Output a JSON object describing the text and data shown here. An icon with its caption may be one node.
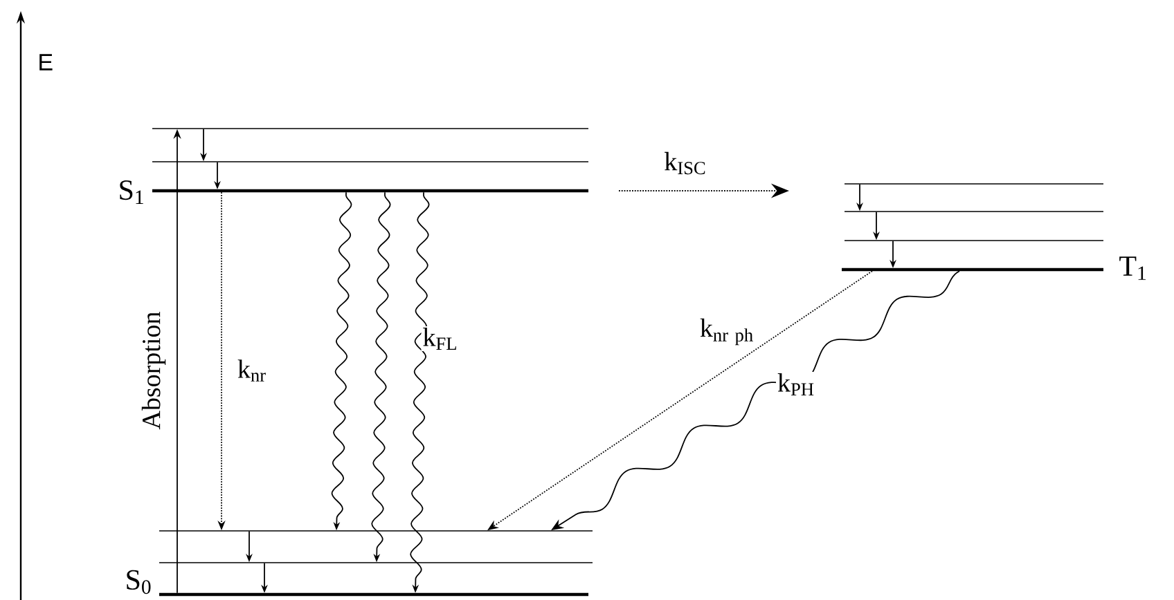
{
  "diagram": {
    "nodes": [
      {
        "text": [],
        "shape": "bar"
      },
      {
        "text": [],
        "shape": "bar"
      },
      {
        "text": [],
        "shape": "bar"
      },
      {
        "text": [],
        "shape": "bar",
        "beside": [
          "S$_{1}$"
        ]
      },
      {
        "text": [],
        "shape": "bar"
      },
      {
        "text": [],
        "shape": "bar"
      },
      {
        "text": [],
        "shape": "bar",
        "beside": [
          "T$_{1}$"
        ]
      },
      {
        "text": [],
        "shape": "bar"
      },
      {
        "text": [],
        "shape": "bar"
      },
      {
        "text": [],
        "shape": "bar",
        "beside": [
          "S$_{0}$"
        ]
      }
    ],
    "edges": [
      {
        "from": 9,
        "to": 0,
        "arrow": "to",
        "label": "Absorption"
      },
      {
        "from": 0,
        "to": 1,
        "arrow": "to"
      },
      {
        "from": 1,
        "to": 3,
        "arrow": "to"
      },
      {
        "from": 3,
        "to": 7,
        "arrow": "to",
        "style": "dashed",
        "label": "k$_{nr}$"
      },
      {
        "from": 3,
        "to": 7,
        "arrow": "to"
      },
      {
        "from": 3,
        "to": 8,
        "arrow": "to"
      },
      {
        "from": 3,
        "to": 9,
        "arrow": "to",
        "label": "k$_{FL}$"
      },
      {
        "from": 3,
        "to": 2,
        "arrow": "to",
        "style": "dashed",
        "label": "k$_{ISC}$"
      },
      {
        "from": 2,
        "to": 4,
        "arrow": "to"
      },
      {
        "from": 4,
        "to": 5,
        "arrow": "to"
      },
      {
        "from": 5,
        "to": 6,
        "arrow": "to"
      },
      {
        "from": 6,
        "to": 7,
        "arrow": "to",
        "style": "dashed",
        "label": "\\mathrm{k}_{\\mathrm{nr\\ ph}}"
      },
      {
        "from": 6,
        "to": 7,
        "arrow": "to",
        "label": "k$_{PH}$"
      },
      {
        "from": 7,
        "to": 8,
        "arrow": "to"
      },
      {
        "from": 8,
        "to": 9,
        "arrow": "to"
      }
    ],
    "labels": [
      "E"
    ]
  }
}
